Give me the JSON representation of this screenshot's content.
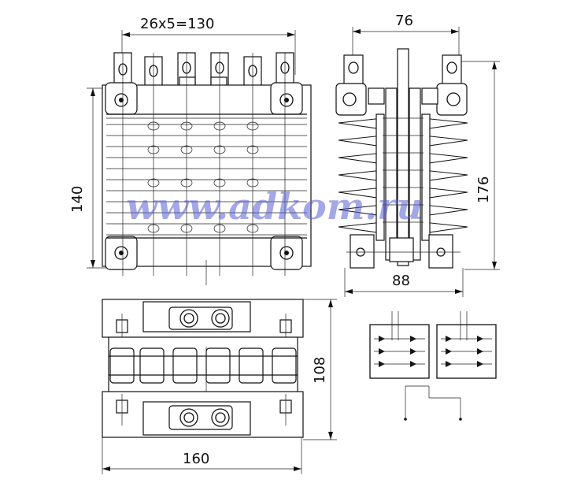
{
  "dimensions": {
    "top_width": "26x5=130",
    "side_width": "76",
    "front_height": "140",
    "side_height": "176",
    "side_base_width": "88",
    "bottom_height": "108",
    "bottom_width": "160"
  },
  "watermark": "www.adkom.ru",
  "colors": {
    "line": "#111111",
    "watermark": "#5a5fd0",
    "background": "#ffffff"
  }
}
